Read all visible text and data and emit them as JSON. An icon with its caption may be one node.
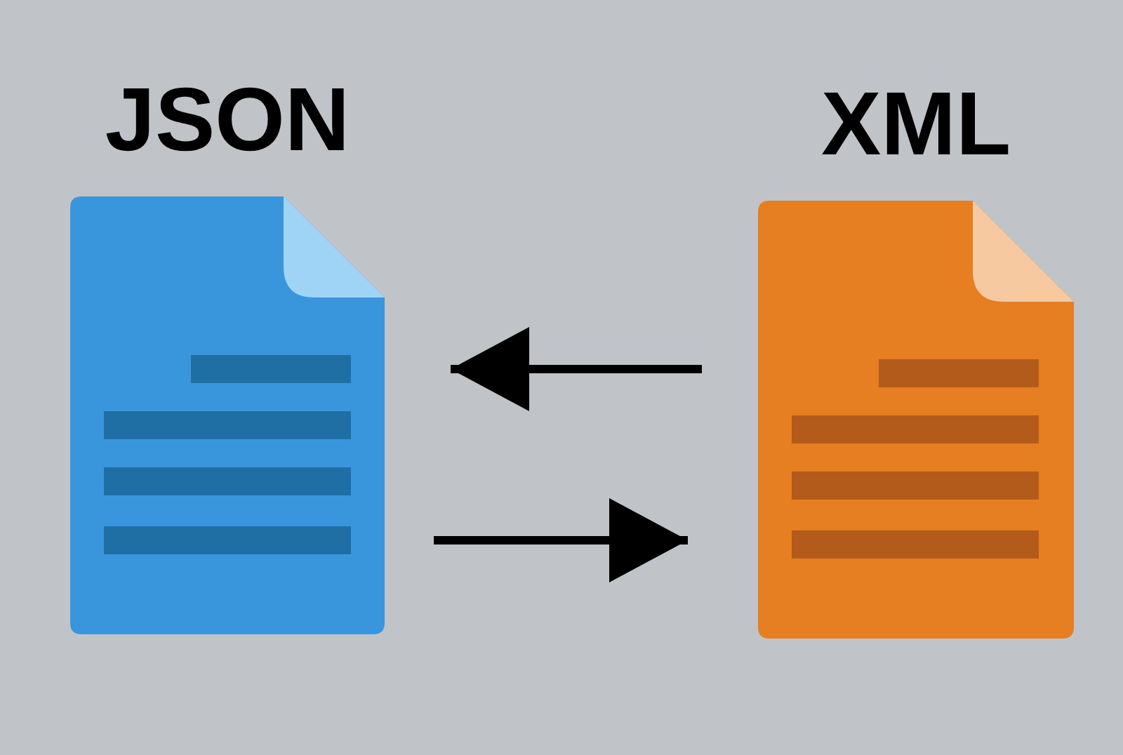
{
  "diagram": {
    "nodes": [
      {
        "text": [
          "JSON"
        ]
      },
      {
        "text": [
          "XML"
        ]
      }
    ],
    "edges": [
      {
        "from": 1,
        "to": 0,
        "arrow": "to"
      },
      {
        "from": 0,
        "to": 1,
        "arrow": "to"
      }
    ]
  }
}
